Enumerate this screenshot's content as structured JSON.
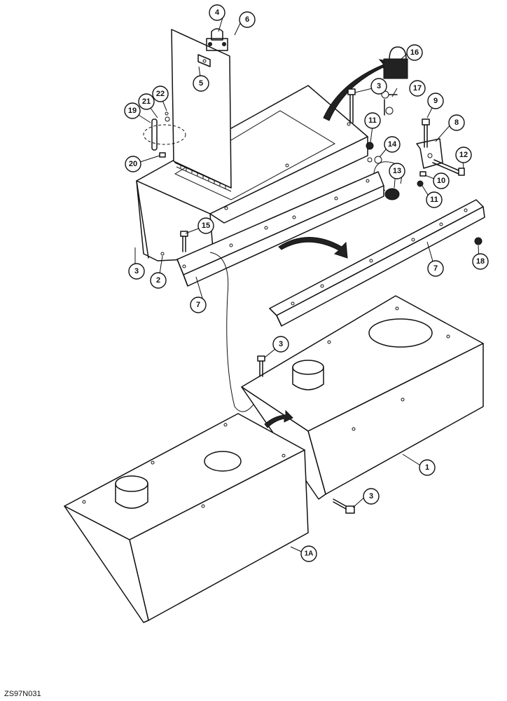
{
  "figure_id": "ZS97N031",
  "callouts": [
    {
      "id": "c1",
      "label": "1"
    },
    {
      "id": "c1a",
      "label": "1A"
    },
    {
      "id": "c2",
      "label": "2"
    },
    {
      "id": "c3a",
      "label": "3"
    },
    {
      "id": "c3b",
      "label": "3"
    },
    {
      "id": "c3c",
      "label": "3"
    },
    {
      "id": "c3d",
      "label": "3"
    },
    {
      "id": "c4",
      "label": "4"
    },
    {
      "id": "c5",
      "label": "5"
    },
    {
      "id": "c6",
      "label": "6"
    },
    {
      "id": "c7a",
      "label": "7"
    },
    {
      "id": "c7b",
      "label": "7"
    },
    {
      "id": "c8",
      "label": "8"
    },
    {
      "id": "c9",
      "label": "9"
    },
    {
      "id": "c10",
      "label": "10"
    },
    {
      "id": "c11a",
      "label": "11"
    },
    {
      "id": "c11b",
      "label": "11"
    },
    {
      "id": "c12",
      "label": "12"
    },
    {
      "id": "c13",
      "label": "13"
    },
    {
      "id": "c14",
      "label": "14"
    },
    {
      "id": "c15",
      "label": "15"
    },
    {
      "id": "c16",
      "label": "16"
    },
    {
      "id": "c17",
      "label": "17"
    },
    {
      "id": "c18",
      "label": "18"
    },
    {
      "id": "c19",
      "label": "19"
    },
    {
      "id": "c20",
      "label": "20"
    },
    {
      "id": "c21",
      "label": "21"
    },
    {
      "id": "c22",
      "label": "22"
    }
  ]
}
